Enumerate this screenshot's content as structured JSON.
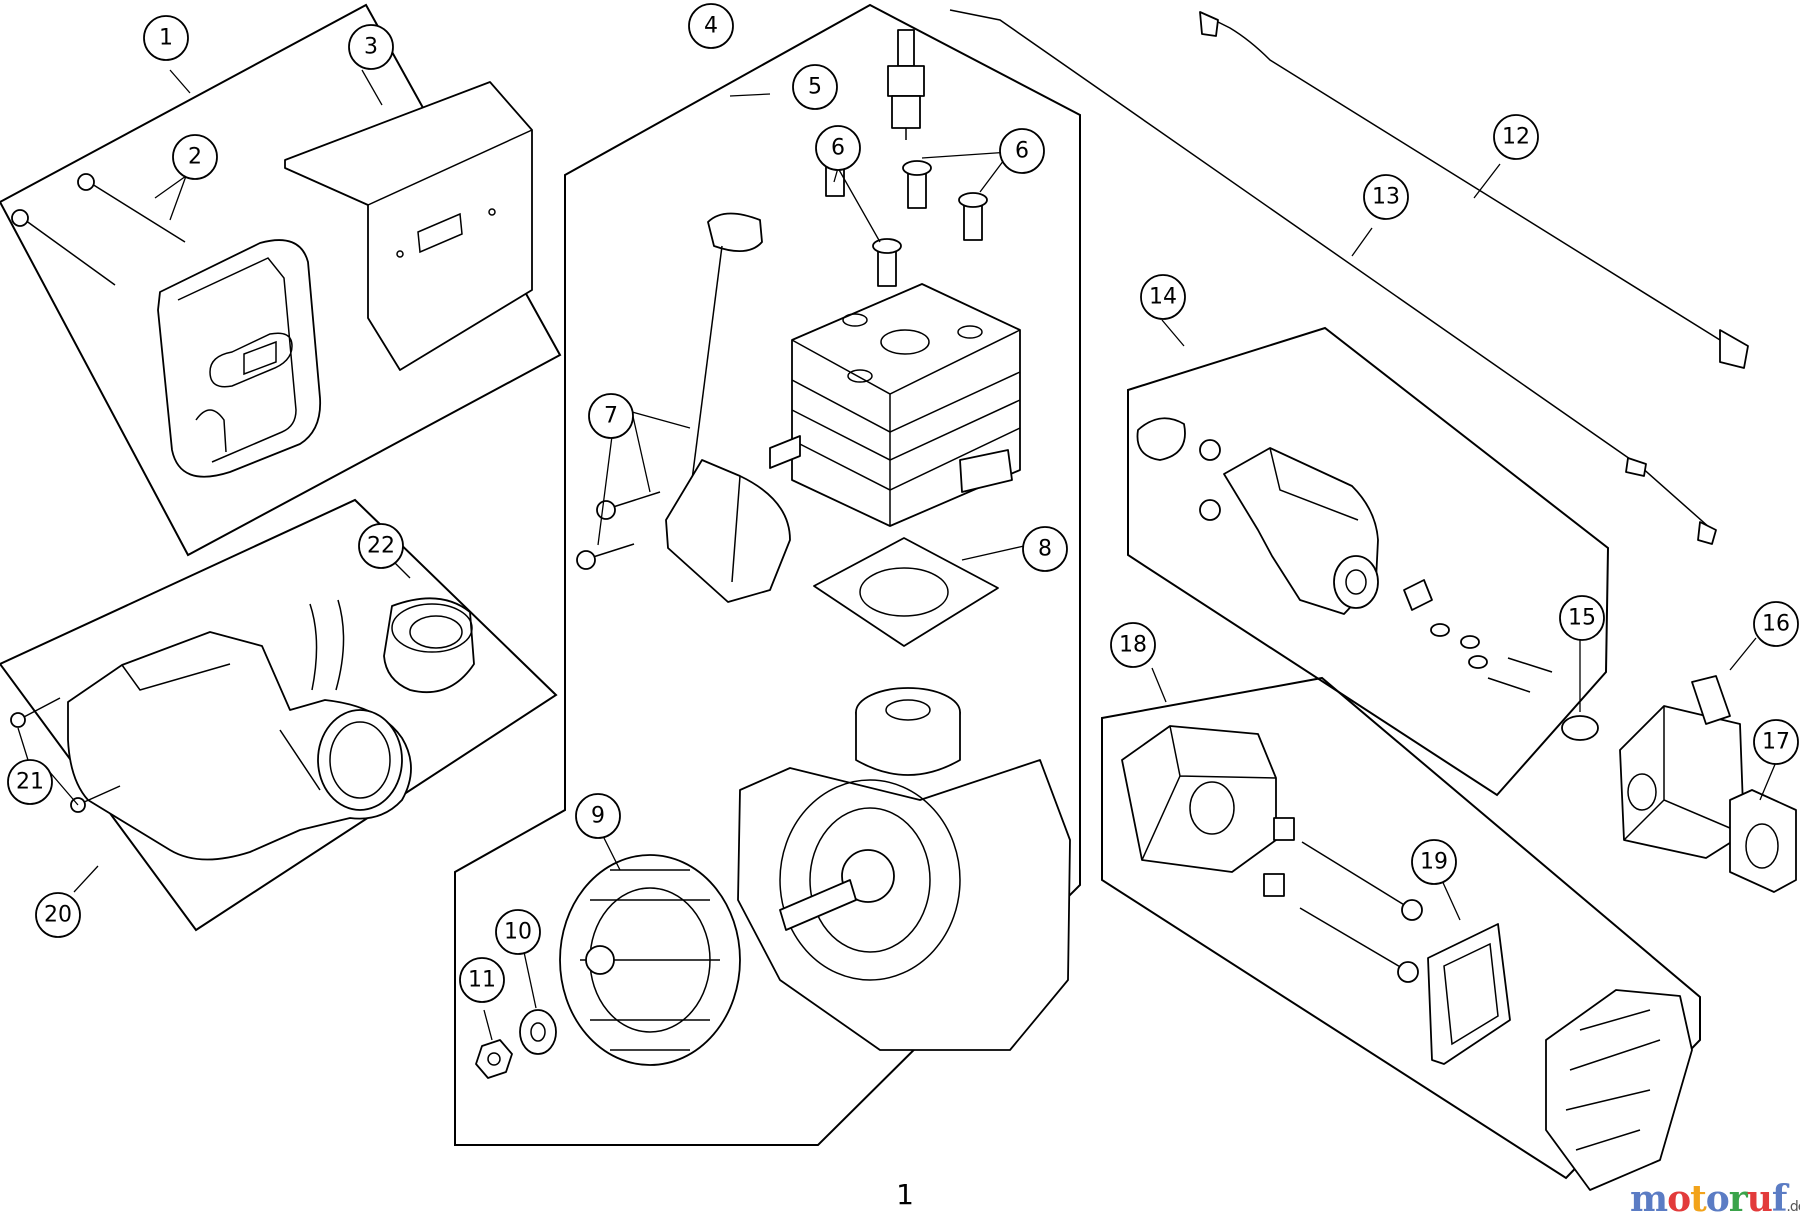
{
  "diagram": {
    "page_number": "1",
    "brand": {
      "letters": [
        {
          "char": "m",
          "color": "#5b7cc4"
        },
        {
          "char": "o",
          "color": "#e23b3b"
        },
        {
          "char": "t",
          "color": "#f2a31b"
        },
        {
          "char": "o",
          "color": "#5b7cc4"
        },
        {
          "char": "r",
          "color": "#3aa34a"
        },
        {
          "char": "u",
          "color": "#e23b3b"
        },
        {
          "char": "f",
          "color": "#5b7cc4"
        }
      ],
      "suffix": ".de",
      "suffix_color": "#555555"
    },
    "callouts": [
      {
        "id": "c1",
        "label": "1"
      },
      {
        "id": "c2",
        "label": "2"
      },
      {
        "id": "c3",
        "label": "3"
      },
      {
        "id": "c4",
        "label": "4"
      },
      {
        "id": "c5",
        "label": "5"
      },
      {
        "id": "c6a",
        "label": "6"
      },
      {
        "id": "c6b",
        "label": "6"
      },
      {
        "id": "c7",
        "label": "7"
      },
      {
        "id": "c8",
        "label": "8"
      },
      {
        "id": "c9",
        "label": "9"
      },
      {
        "id": "c10",
        "label": "10"
      },
      {
        "id": "c11",
        "label": "11"
      },
      {
        "id": "c12",
        "label": "12"
      },
      {
        "id": "c13",
        "label": "13"
      },
      {
        "id": "c14",
        "label": "14"
      },
      {
        "id": "c15",
        "label": "15"
      },
      {
        "id": "c16",
        "label": "16"
      },
      {
        "id": "c17",
        "label": "17"
      },
      {
        "id": "c18",
        "label": "18"
      },
      {
        "id": "c19",
        "label": "19"
      },
      {
        "id": "c20",
        "label": "20"
      },
      {
        "id": "c21",
        "label": "21"
      },
      {
        "id": "c22",
        "label": "22"
      }
    ]
  }
}
